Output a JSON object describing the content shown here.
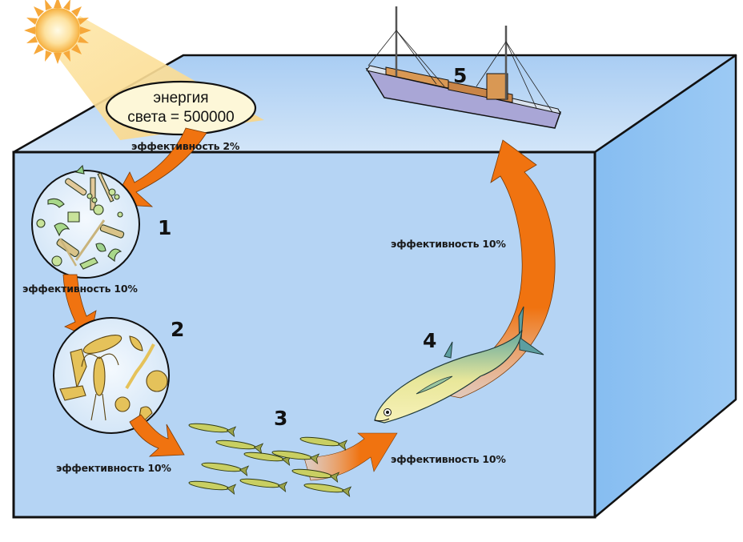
{
  "title": "Пищевая цепь в океане",
  "energy_source": {
    "line1": "энергия",
    "line2": "света = 500000",
    "icon": "sun-icon"
  },
  "levels": [
    {
      "number": "1",
      "name": "phytoplankton"
    },
    {
      "number": "2",
      "name": "zooplankton"
    },
    {
      "number": "3",
      "name": "small-fish-school"
    },
    {
      "number": "4",
      "name": "predatory-fish"
    },
    {
      "number": "5",
      "name": "fishing-boat"
    }
  ],
  "efficiency_labels": {
    "sun_to_1": "эффективность 2%",
    "l1_to_2": "эффективность 10%",
    "l2_to_3": "эффективность 10%",
    "l3_to_4": "эффективность 10%",
    "l4_to_5": "эффективность 10%"
  },
  "colors": {
    "arrow": "#f07310",
    "water_front": "#b5d4f4",
    "water_top": "#c4dcf6",
    "water_side": "#8cc2f2",
    "sun": "#f8b045",
    "ellipse": "#fdf7d8"
  }
}
